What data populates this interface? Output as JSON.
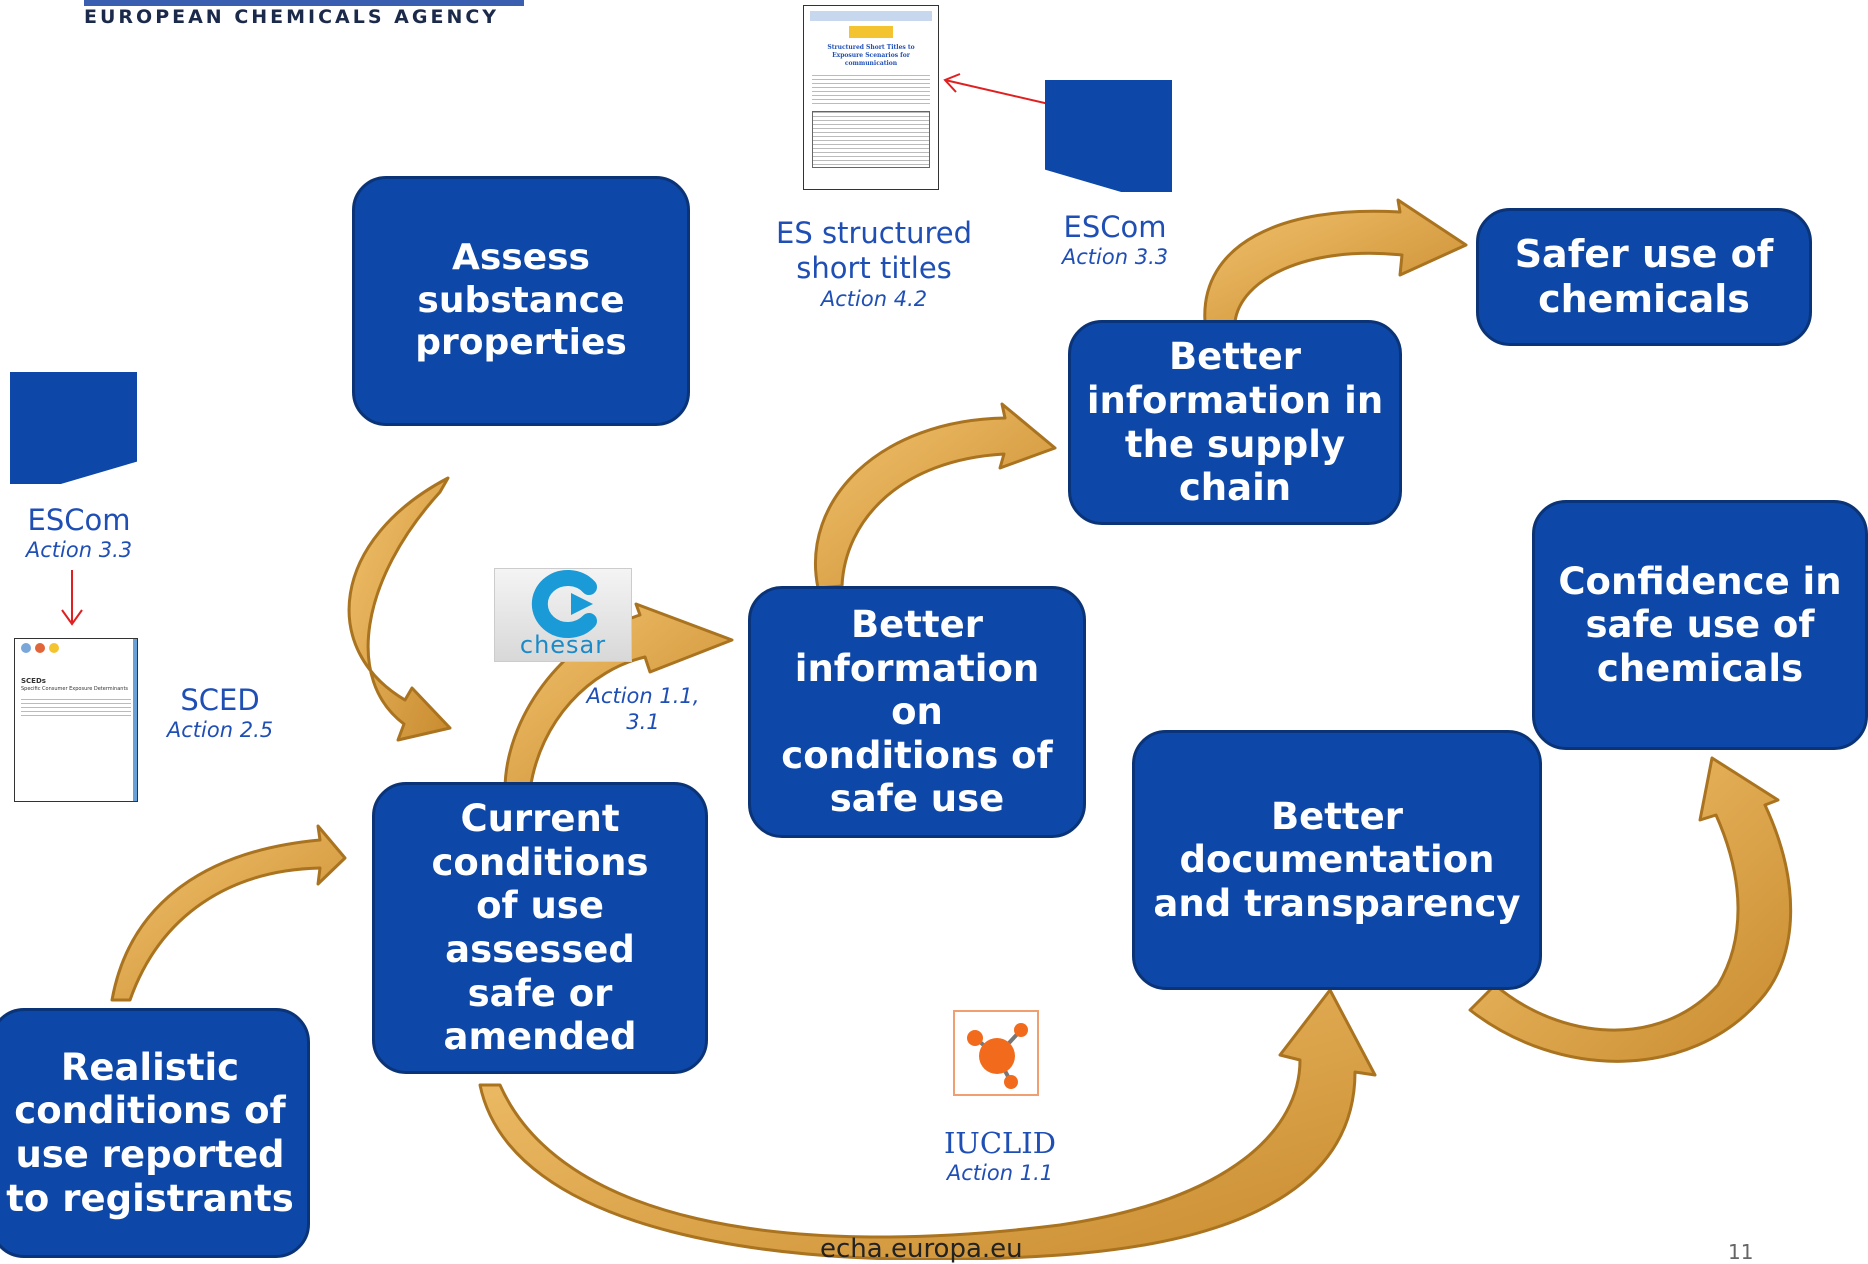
{
  "header": {
    "agency": "EUROPEAN CHEMICALS AGENCY"
  },
  "boxes": {
    "assess": "Assess substance properties",
    "safer_use": "Safer use of chemicals",
    "supply_chain": "Better information in the supply chain",
    "safe_use_info": "Better information on conditions of safe use",
    "confidence": "Confidence in safe use of chemicals",
    "documentation": "Better documentation and transparency",
    "current": "Current conditions of use assessed safe or amended",
    "realistic": "Realistic conditions of use reported to registrants"
  },
  "tools": {
    "es_titles": {
      "name": "ES structured short titles",
      "action": "Action 4.2"
    },
    "escom_top": {
      "name": "ESCom",
      "action": "Action 3.3"
    },
    "escom_left": {
      "name": "ESCom",
      "action": "Action 3.3"
    },
    "sced": {
      "name": "SCED",
      "action": "Action 2.5"
    },
    "chesar": {
      "logo_text": "chesar",
      "action_line1": "Action 1.1,",
      "action_line2": "3.1"
    },
    "iuclid": {
      "name": "IUCLID",
      "action": "Action 1.1"
    }
  },
  "doc_thumbs": {
    "es_title_banner": "Structured Short Titles to Exposure Scenarios for communication",
    "sced_title": "SCEDs",
    "sced_subtitle": "Specific Consumer Exposure Determinants"
  },
  "footer": {
    "website": "echa.europa.eu",
    "page_number": "11"
  },
  "colors": {
    "box_fill": "#0d47a7",
    "box_border": "#0a3477",
    "arrow_fill": "#d59f45",
    "arrow_stroke": "#a9731f",
    "label_text": "#1f4fb5",
    "pointer_red": "#e02020"
  }
}
